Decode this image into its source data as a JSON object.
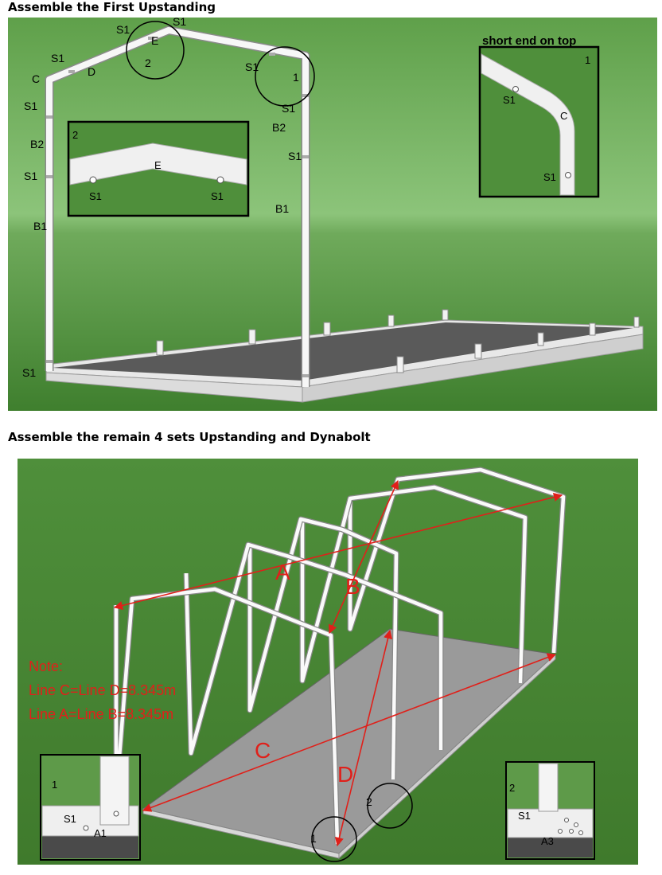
{
  "headings": {
    "first": "Assemble the First Upstanding",
    "second": "Assemble the remain 4 sets Upstanding and Dynabolt"
  },
  "panel1": {
    "labels": {
      "s1_top_left": "S1",
      "s1_top_right": "S1",
      "e_top": "E",
      "circle2": "2",
      "s1_left_upper": "S1",
      "c_left": "C",
      "d_left": "D",
      "s1_right_upper": "S1",
      "circle1": "1",
      "s1_right_mid": "S1",
      "b2_right": "B2",
      "s1_right_low": "S1",
      "b1_right": "B1",
      "s1_left_mid": "S1",
      "b2_left": "B2",
      "s1_left_low": "S1",
      "b1_left": "B1",
      "s1_base": "S1"
    },
    "inset2": {
      "number": "2",
      "e": "E",
      "s1_left": "S1",
      "s1_right": "S1"
    },
    "inset1": {
      "title": "short end on top",
      "number": "1",
      "s1_top": "S1",
      "c": "C",
      "s1_bottom": "S1"
    }
  },
  "panel2": {
    "lines": {
      "a": "A",
      "b": "B",
      "c": "C",
      "d": "D"
    },
    "note": {
      "title": "Note:",
      "line1": "Line C=Line D=8.345m",
      "line2": "Line A=Line B=8.345m"
    },
    "circles": {
      "one": "1",
      "two": "2"
    },
    "inset_left": {
      "number": "1",
      "s1": "S1",
      "a1": "A1"
    },
    "inset_right": {
      "number": "2",
      "s1": "S1",
      "a3": "A3"
    }
  },
  "colors": {
    "sky": "#8dc07a",
    "ground": "#4f8f3b",
    "floor": "#555555",
    "frame": "#ffffff",
    "accent_red": "#e0201a"
  }
}
